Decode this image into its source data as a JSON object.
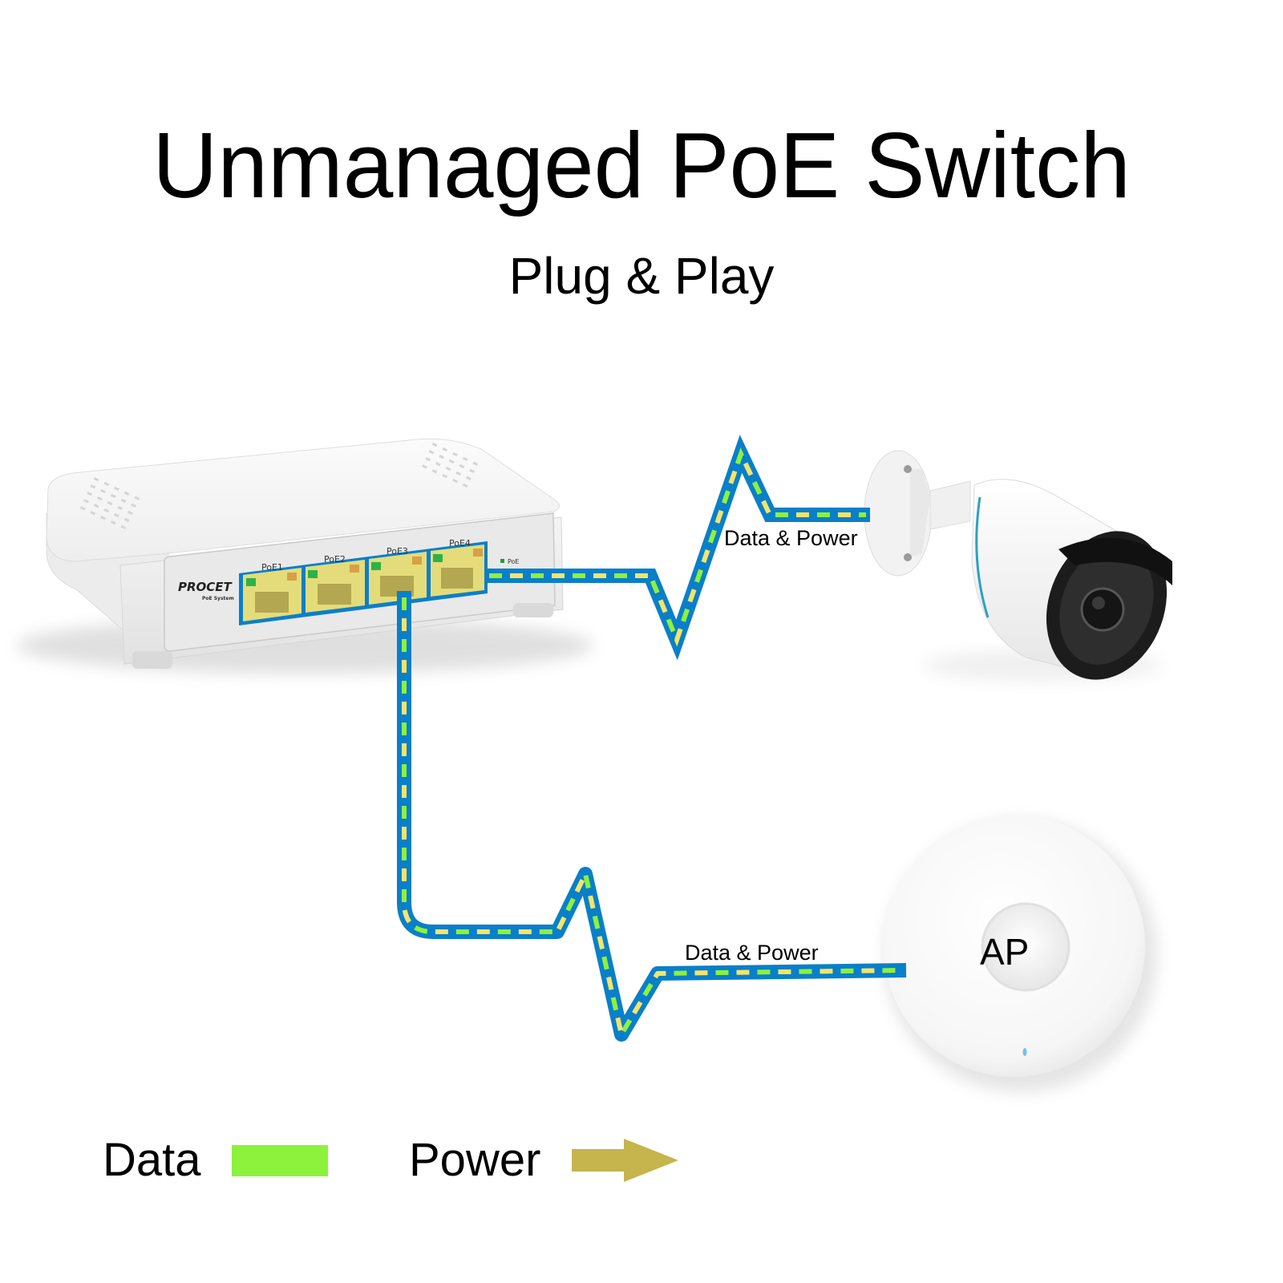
{
  "header": {
    "title": "Unmanaged PoE Switch",
    "subtitle": "Plug & Play"
  },
  "switch": {
    "brand": "PROCET",
    "brand_sub": "PoE System",
    "ports": [
      "PoE1",
      "PoE2",
      "PoE3",
      "PoE4"
    ],
    "indicator_label": "PoE"
  },
  "devices": {
    "camera": {
      "link_label": "Data & Power"
    },
    "access_point": {
      "label": "AP",
      "link_label": "Data & Power"
    }
  },
  "legend": {
    "data_label": "Data",
    "power_label": "Power"
  },
  "colors": {
    "cable": "#0a7fc9",
    "data": "#8cf23c",
    "power": "#f3e56a",
    "legend_power": "#c6b44c",
    "port": "#e4dc7a"
  }
}
